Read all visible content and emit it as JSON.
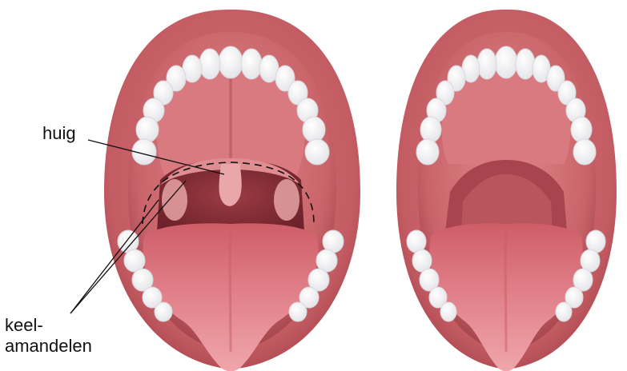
{
  "labels": {
    "uvula": "huig",
    "tonsils_line1": "keel-",
    "tonsils_line2": "amandelen"
  },
  "palette": {
    "lip": "#c9666a",
    "lip_dark": "#9c3d44",
    "cavity": "#b8525a",
    "palate": "#d97c80",
    "throat": "#7a2a33",
    "tongue": "#d86a74",
    "tongue_light": "#ec9aa0",
    "teeth": "#ffffff",
    "gum": "#e88a90",
    "leader": "#111111"
  }
}
